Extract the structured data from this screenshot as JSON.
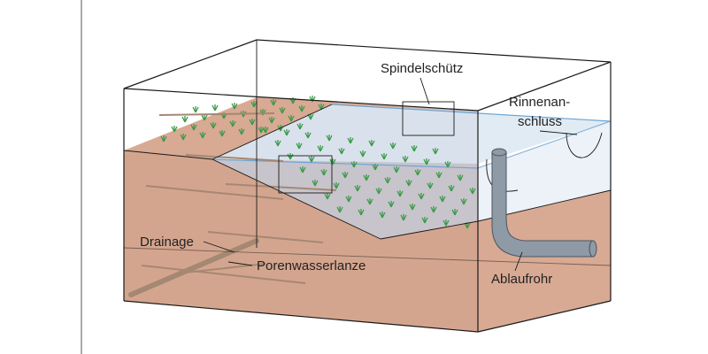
{
  "labels": {
    "spindle_gate": "Spindelschütz",
    "channel_connection_line1": "Rinnenan-",
    "channel_connection_line2": "schluss",
    "drainage": "Drainage",
    "pore_water_lance": "Porenwasserlanze",
    "outlet_pipe": "Ablaufrohr"
  },
  "colors": {
    "soil": "#d8a993",
    "soil_front": "#d4a58e",
    "slope_face": "#c7c4cb",
    "water": "#dce8f2",
    "water_edge": "#6fa5d1",
    "pipe": "#8e9aa6",
    "drain_pipe": "#a58873",
    "plant": "#3c9a4a"
  }
}
